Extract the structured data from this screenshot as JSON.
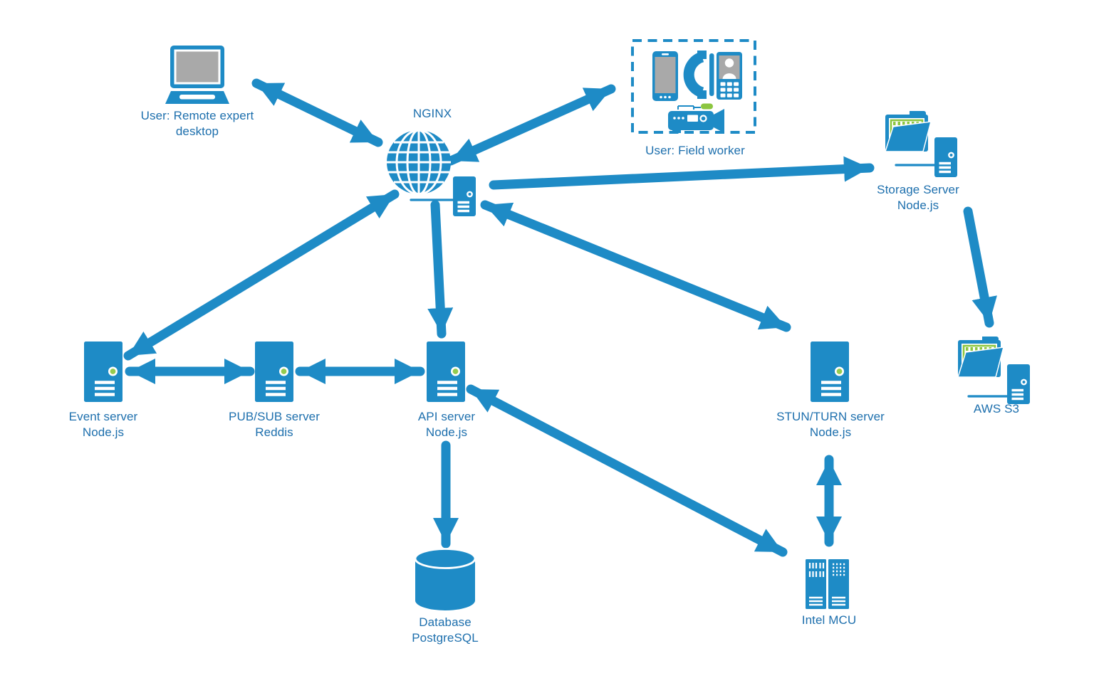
{
  "diagram": {
    "background": "#FFFFFF",
    "colors": {
      "primary_blue": "#1E8BC6",
      "label_text": "#1D6FAD",
      "screen_gray": "#A9A9A9",
      "accent_green": "#8CC640",
      "status_dot_green": "#94CB4F"
    },
    "nodes": {
      "remote_expert": {
        "label": "User: Remote expert\ndesktop",
        "icon": "laptop-icon"
      },
      "nginx": {
        "label": "NGINX",
        "icon": "globe-icon"
      },
      "nginx_proxy": {
        "icon": "server-mini-icon"
      },
      "field_worker": {
        "label": "User: Field worker",
        "icon": "mobile-devices-icon"
      },
      "storage_server": {
        "label": "Storage Server\nNode.js",
        "icon": "folder-server-icon"
      },
      "aws_s3": {
        "label": "AWS S3",
        "icon": "folder-server-icon"
      },
      "event_server": {
        "label": "Event server\nNode.js",
        "icon": "server-tower-icon"
      },
      "pubsub_server": {
        "label": "PUB/SUB server\nReddis",
        "icon": "server-tower-icon"
      },
      "api_server": {
        "label": "API server\nNode.js",
        "icon": "server-tower-icon"
      },
      "stun_turn_server": {
        "label": "STUN/TURN server\nNode.js",
        "icon": "server-tower-icon"
      },
      "database": {
        "label": "Database\nPostgreSQL",
        "icon": "database-cylinder-icon"
      },
      "intel_mcu": {
        "label": "Intel MCU",
        "icon": "server-rack-icon"
      }
    },
    "connections": [
      {
        "from": "remote_expert",
        "to": "nginx",
        "bidirectional": true
      },
      {
        "from": "nginx",
        "to": "field_worker",
        "bidirectional": true
      },
      {
        "from": "nginx",
        "to": "storage_server",
        "bidirectional": false
      },
      {
        "from": "storage_server",
        "to": "aws_s3",
        "bidirectional": false
      },
      {
        "from": "nginx",
        "to": "event_server",
        "bidirectional": true
      },
      {
        "from": "event_server",
        "to": "pubsub_server",
        "bidirectional": true
      },
      {
        "from": "pubsub_server",
        "to": "api_server",
        "bidirectional": true
      },
      {
        "from": "nginx",
        "to": "api_server",
        "bidirectional": false
      },
      {
        "from": "nginx",
        "to": "stun_turn_server",
        "bidirectional": true
      },
      {
        "from": "api_server",
        "to": "database",
        "bidirectional": false
      },
      {
        "from": "api_server",
        "to": "intel_mcu",
        "bidirectional": true
      },
      {
        "from": "stun_turn_server",
        "to": "intel_mcu",
        "bidirectional": true
      }
    ]
  }
}
